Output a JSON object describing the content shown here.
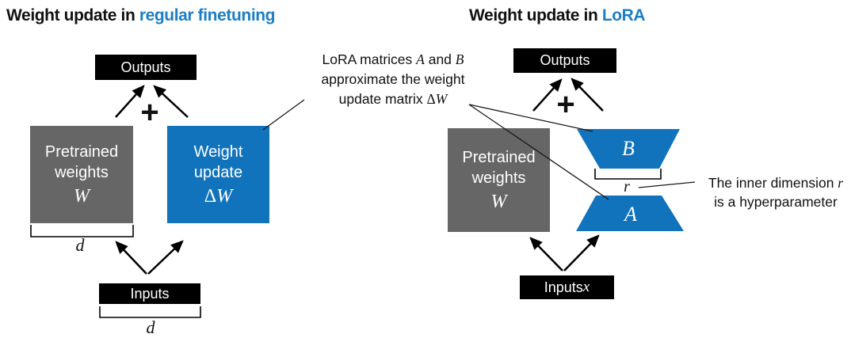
{
  "colors": {
    "accent_blue": "#1173bc",
    "title_blue": "#1b7ec6",
    "box_gray": "#666666",
    "box_black": "#000000"
  },
  "left_panel": {
    "title": {
      "prefix": "Weight update in ",
      "highlight": "regular finetuning"
    },
    "outputs_label": "Outputs",
    "plus": "+",
    "pretrained_box": {
      "line1": "Pretrained",
      "line2": "weights",
      "symbol": "W"
    },
    "update_box": {
      "line1": "Weight",
      "line2": "update",
      "delta": "Δ",
      "symbol": "W"
    },
    "weights_width_dim": "d",
    "inputs_label": "Inputs",
    "inputs_width_dim": "d"
  },
  "right_panel": {
    "title": {
      "prefix": "Weight update in ",
      "highlight": "LoRA"
    },
    "outputs_label": "Outputs",
    "plus": "+",
    "pretrained_box": {
      "line1": "Pretrained",
      "line2": "weights",
      "symbol": "W"
    },
    "matrix_b_label": "B",
    "matrix_a_label": "A",
    "rank_label": "r",
    "inputs_label": "Inputs ",
    "inputs_symbol": "x"
  },
  "annotations": {
    "lora_note": {
      "line1_prefix": "LoRA matrices ",
      "symbol_a": "A",
      "line1_mid": " and ",
      "symbol_b": "B",
      "line2": "approximate the weight",
      "line3_prefix": "update matrix ",
      "delta": "Δ",
      "symbol_w": "W"
    },
    "rank_note": {
      "line1_prefix": "The inner dimension ",
      "symbol_r": "r",
      "line2": "is a hyperparameter"
    }
  }
}
